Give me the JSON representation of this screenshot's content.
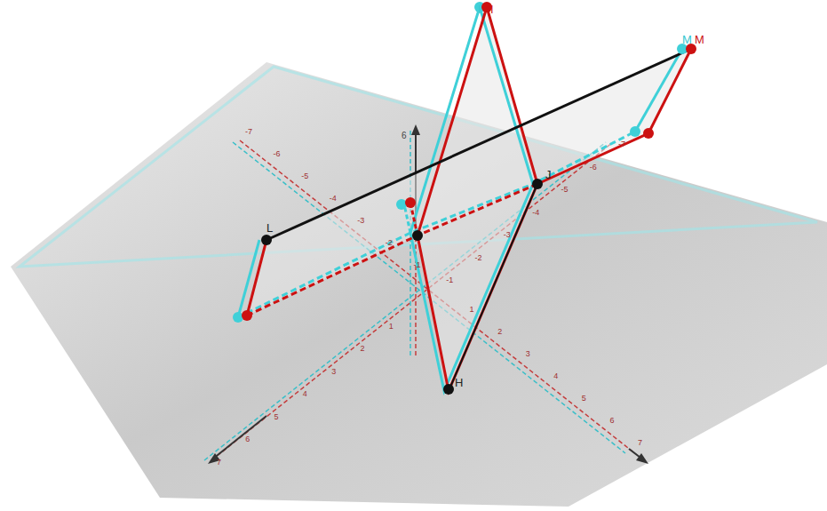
{
  "diagram": {
    "labels": [
      "I",
      "I",
      "M",
      "M",
      "L",
      "J",
      "H",
      "6",
      "-7",
      "-6",
      "-5",
      "-4",
      "-3",
      "-2",
      "-1",
      "1",
      "2",
      "3",
      "4",
      "5",
      "6",
      "7",
      "-7",
      "-6",
      "-5",
      "-4",
      "-3",
      "-2",
      "-1",
      "1",
      "2",
      "3",
      "4",
      "5",
      "6",
      "7"
    ]
  }
}
